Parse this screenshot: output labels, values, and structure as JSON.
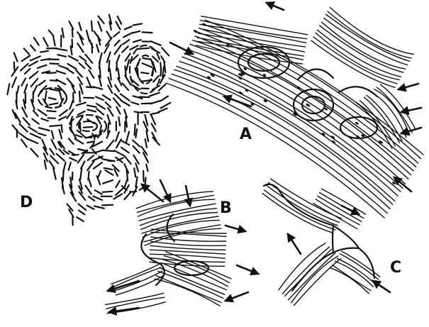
{
  "figure": {
    "panel_labels": {
      "a": "A",
      "b": "B",
      "c": "C",
      "d": "D"
    }
  },
  "colors": {
    "ink": "#111111",
    "background": "#ffffff"
  }
}
